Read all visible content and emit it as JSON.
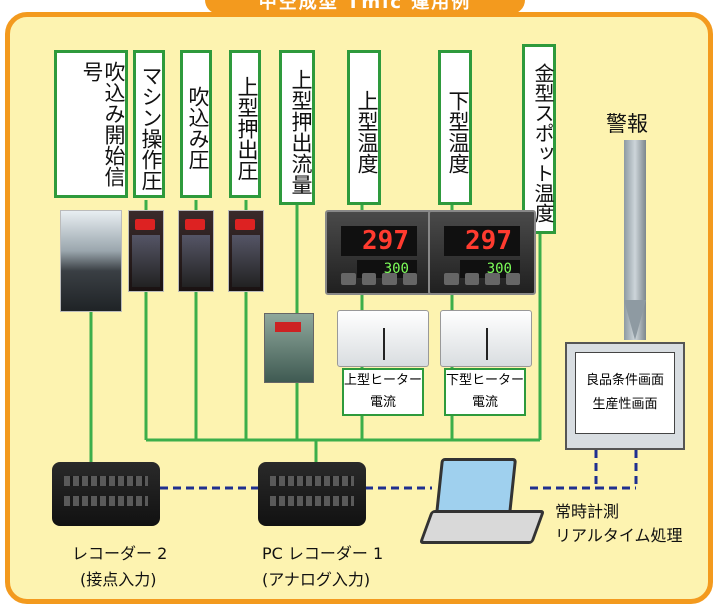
{
  "banner": {
    "title": "中空成型 Tmic 運用例"
  },
  "labels": {
    "blow_start_signal": "吹込み開始信号",
    "machine_pressure": "マシン操作圧",
    "blow_pressure": "吹込み圧",
    "upper_die_extrude_pressure": "上型押出圧",
    "upper_die_extrude_flow": "上型押出流量",
    "upper_die_temp": "上型温度",
    "lower_die_temp": "下型温度",
    "die_spot_temp": "金型スポット温度"
  },
  "meters": {
    "upper_pv": "297",
    "upper_sv": "300",
    "lower_pv": "297",
    "lower_sv": "300"
  },
  "heaters": {
    "upper_line1": "上型ヒーター",
    "upper_line2": "電流",
    "lower_line1": "下型ヒーター",
    "lower_line2": "電流"
  },
  "alarm": {
    "label": "警報"
  },
  "monitor": {
    "line1": "良品条件画面",
    "line2": "生産性画面"
  },
  "recorders": {
    "rec2_name": "レコーダー 2",
    "rec2_sub": "(接点入力)",
    "rec1_name": "PC レコーダー 1",
    "rec1_sub": "(アナログ入力)"
  },
  "pc": {
    "line1": "常時計測",
    "line2": "リアルタイム処理"
  },
  "colors": {
    "accent_orange": "#f39a1e",
    "panel_yellow": "#fdf3b0",
    "line_green": "#2e9a3c",
    "link_blue": "#1f2f8f"
  }
}
